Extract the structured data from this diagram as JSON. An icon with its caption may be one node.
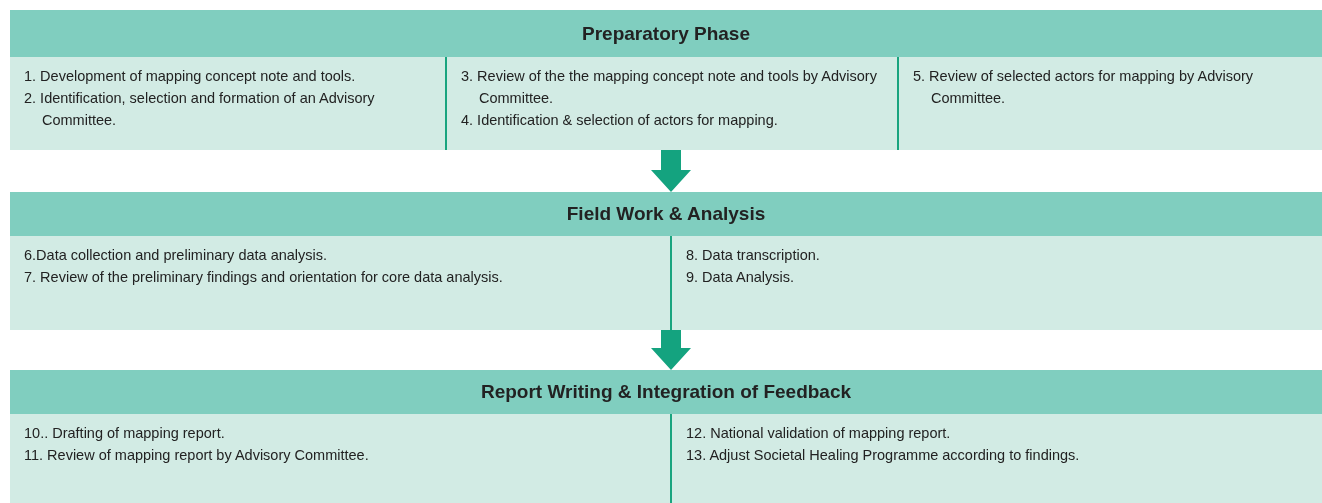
{
  "diagram": {
    "nodes": [
      {
        "text": [
          "Preparatory Phase"
        ]
      },
      {
        "text": [
          "1. Development of mapping concept note and tools.",
          "2. Identification, selection and formation of an Advisory Committee."
        ],
        "in": 0
      },
      {
        "text": [
          "3. Review of the the mapping concept note and tools by Advisory Committee.",
          "4. Identification & selection of actors for mapping."
        ],
        "in": 0
      },
      {
        "text": [
          "5. Review of selected actors for mapping by Advisory Committee."
        ],
        "in": 0
      },
      {
        "text": [
          "Field Work & Analysis"
        ]
      },
      {
        "text": [
          "6.Data collection and preliminary data analysis.",
          "7. Review of the preliminary findings and orientation for core data analysis."
        ],
        "in": 4
      },
      {
        "text": [
          "8. Data transcription.",
          "9. Data Analysis."
        ],
        "in": 4
      },
      {
        "text": [
          "Report Writing & Integration of Feedback"
        ]
      },
      {
        "text": [
          "10.. Drafting of mapping report.",
          "11. Review of mapping report by Advisory Committee."
        ],
        "in": 7
      },
      {
        "text": [
          "12. National validation of mapping report.",
          "13. Adjust Societal Healing Programme according to findings."
        ],
        "in": 7
      }
    ],
    "edges": [
      {
        "from": 0,
        "to": 4,
        "arrow": "to"
      },
      {
        "from": 4,
        "to": 7,
        "arrow": "to"
      }
    ]
  }
}
